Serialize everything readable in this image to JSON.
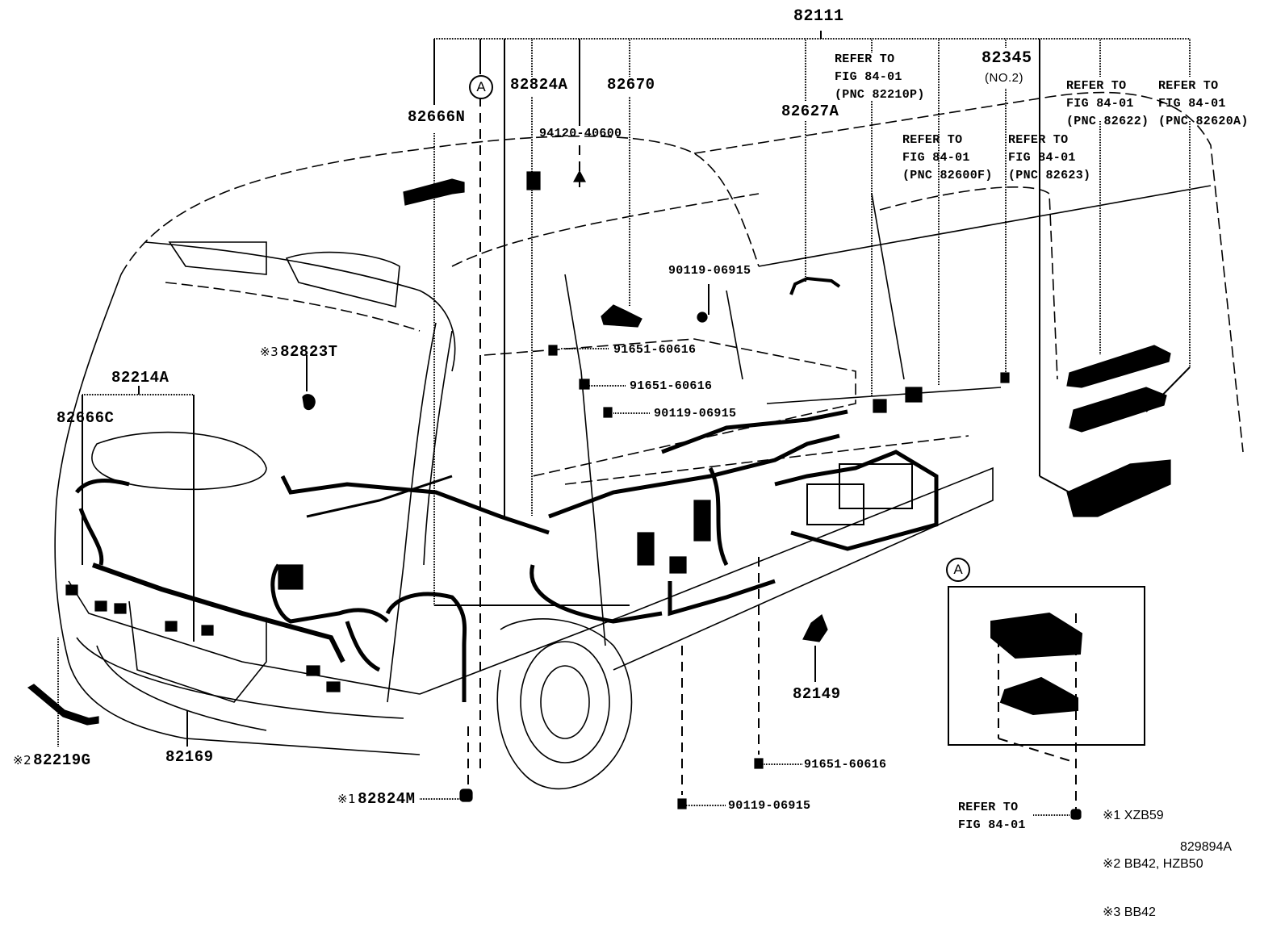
{
  "figure": {
    "title": "Wiring harness & clamp (cab / instrument panel) — exploded parts diagram",
    "figure_id": "829894A"
  },
  "callouts": {
    "group_main": "82111",
    "p82666N": "82666N",
    "p82824A": "82824A",
    "p82670": "82670",
    "p94120": "94120-40600",
    "p82627A": "82627A",
    "p90119_top": "90119-06915",
    "p91651_a": "91651-60616",
    "p91651_b": "91651-60616",
    "p90119_mid": "90119-06915",
    "p82823T": "82823T",
    "p82823T_mark": "※3",
    "p82214A": "82214A",
    "p82666C": "82666C",
    "p82219G": "82219G",
    "p82219G_mark": "※2",
    "p82169": "82169",
    "p82824M": "82824M",
    "p82824M_mark": "※1",
    "p82149": "82149",
    "p91651_bottom": "91651-60616",
    "p90119_bottom": "90119-06915",
    "p82345": "82345",
    "p82345_sub": "(NO.2)"
  },
  "references": [
    {
      "line1": "REFER TO",
      "line2": "FIG 84-01",
      "line3": "(PNC 82210P)"
    },
    {
      "line1": "REFER TO",
      "line2": "FIG 84-01",
      "line3": "(PNC 82600F)"
    },
    {
      "line1": "REFER TO",
      "line2": "FIG 84-01",
      "line3": "(PNC 82623)"
    },
    {
      "line1": "REFER TO",
      "line2": "FIG 84-01",
      "line3": "(PNC 82622)"
    },
    {
      "line1": "REFER TO",
      "line2": "FIG 84-01",
      "line3": "(PNC 82620A)"
    },
    {
      "line1": "REFER TO",
      "line2": "FIG 84-01"
    }
  ],
  "detail_marker": "A",
  "notes": [
    {
      "mark": "※1",
      "text": "XZB59"
    },
    {
      "mark": "※2",
      "text": "BB42, HZB50"
    },
    {
      "mark": "※3",
      "text": "BB42"
    }
  ],
  "colors": {
    "ink": "#000000",
    "paper": "#ffffff"
  }
}
